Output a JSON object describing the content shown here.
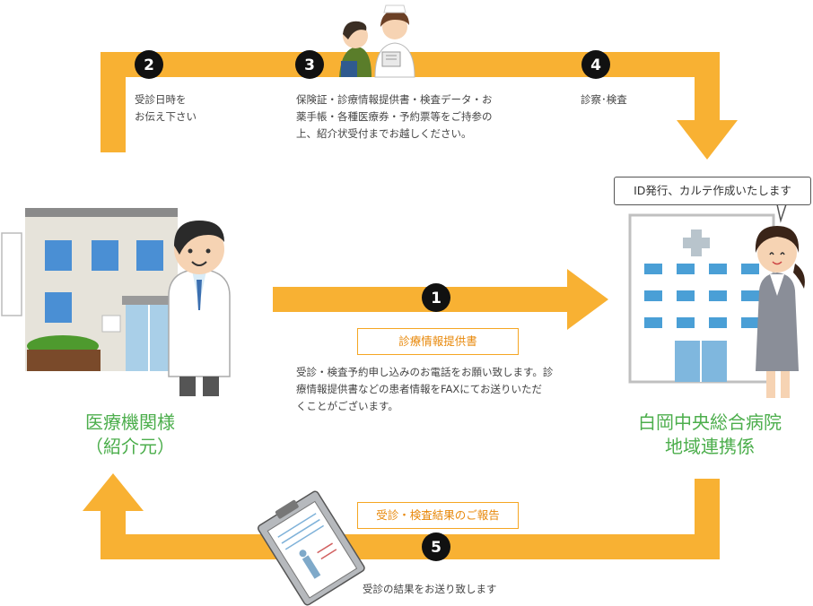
{
  "steps": [
    {
      "num": "1"
    },
    {
      "num": "2",
      "text_lines": [
        "受診日時を",
        "お伝え下さい"
      ]
    },
    {
      "num": "3",
      "text_lines": [
        "保険証・診療情報提供書・検査データ・お",
        "薬手帳・各種医療券・予約票等をご持参の",
        "上、紹介状受付までお越しください。"
      ]
    },
    {
      "num": "4",
      "text": "診察･検査"
    },
    {
      "num": "5",
      "text": "受診の結果をお送り致します"
    }
  ],
  "referral_box": "診療情報提供書",
  "referral_desc_lines": [
    "受診・検査予約申し込みのお電話をお願い致します。診",
    "療情報提供書などの患者情報をFAXにてお送りいただ",
    "くことがございます。"
  ],
  "report_box": "受診・検査結果のご報告",
  "speech_bubble": "ID発行、カルテ作成いたします",
  "left_party": {
    "line1": "医療機関様",
    "line2": "（紹介元）"
  },
  "right_party": {
    "line1": "白岡中央総合病院",
    "line2": "地域連携係"
  },
  "colors": {
    "arrow": "#f8b133",
    "badge": "#111111",
    "title_green": "#4cae4c",
    "box_orange": "#e8890c"
  }
}
